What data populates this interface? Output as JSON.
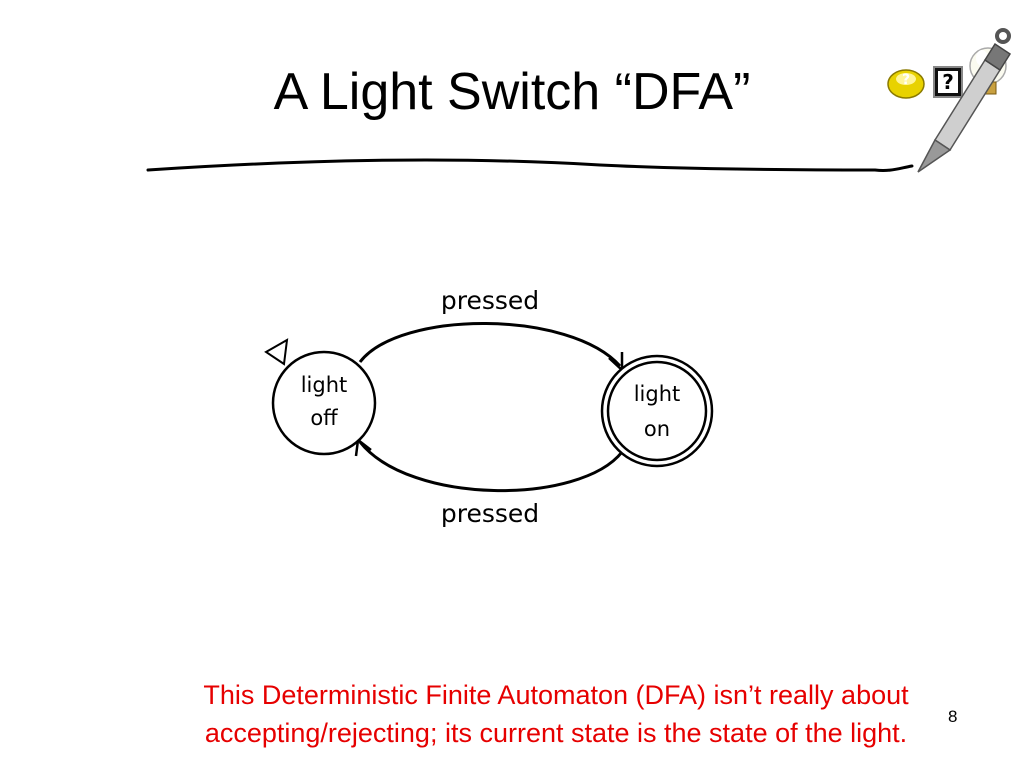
{
  "slide": {
    "title": "A Light Switch “DFA”",
    "caption_line1": "This Deterministic Finite Automaton (DFA) isn’t really about",
    "caption_line2": "accepting/rejecting; its current state is the state of the light.",
    "slide_number": "8",
    "caption_color": "#e60000"
  },
  "decoration": {
    "icons": [
      "question-badge-icon",
      "question-box-icon",
      "lightbulb-icon",
      "pencil-icon",
      "ink-line"
    ]
  },
  "diagram": {
    "states": [
      {
        "id": "off",
        "line1": "light",
        "line2": "off",
        "initial": true,
        "accepting": false
      },
      {
        "id": "on",
        "line1": "light",
        "line2": "on",
        "initial": false,
        "accepting": true
      }
    ],
    "transitions": [
      {
        "from": "off",
        "to": "on",
        "label": "pressed"
      },
      {
        "from": "on",
        "to": "off",
        "label": "pressed"
      }
    ]
  }
}
